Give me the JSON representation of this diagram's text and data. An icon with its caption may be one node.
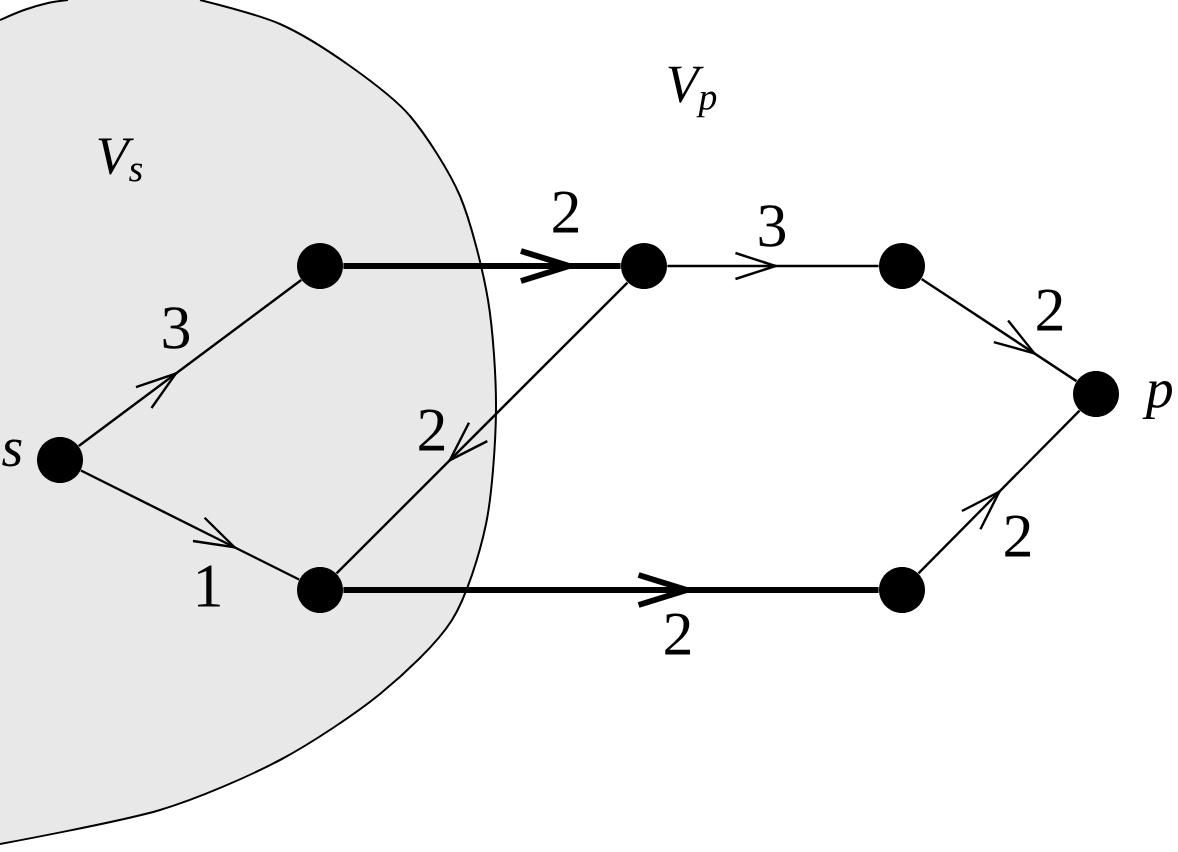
{
  "diagram": {
    "nodes": [
      {
        "text": [
          "V$_{s}$"
        ]
      },
      {
        "text": [],
        "shape": "circle",
        "beside": [
          "s"
        ],
        "in": 0
      },
      {
        "text": [],
        "shape": "circle",
        "in": 0
      },
      {
        "text": [],
        "shape": "circle",
        "in": 0
      },
      {
        "text": [],
        "shape": "circle"
      },
      {
        "text": [],
        "shape": "circle"
      },
      {
        "text": [],
        "shape": "circle"
      },
      {
        "text": [],
        "shape": "circle",
        "beside": [
          "p"
        ]
      }
    ],
    "edges": [
      {
        "from": 1,
        "to": 2,
        "arrow": "to",
        "label": "3"
      },
      {
        "from": 1,
        "to": 3,
        "arrow": "to",
        "label": "1"
      },
      {
        "from": 2,
        "to": 4,
        "arrow": "to",
        "label": "2",
        "style": "thick"
      },
      {
        "from": 4,
        "to": 3,
        "arrow": "to",
        "label": "2"
      },
      {
        "from": 4,
        "to": 5,
        "arrow": "to",
        "label": "3"
      },
      {
        "from": 5,
        "to": 7,
        "arrow": "to",
        "label": "2"
      },
      {
        "from": 3,
        "to": 6,
        "arrow": "to",
        "label": "2",
        "style": "thick"
      },
      {
        "from": 6,
        "to": 7,
        "arrow": "to",
        "label": "2"
      }
    ],
    "labels": [
      "V$_{p}$"
    ]
  }
}
